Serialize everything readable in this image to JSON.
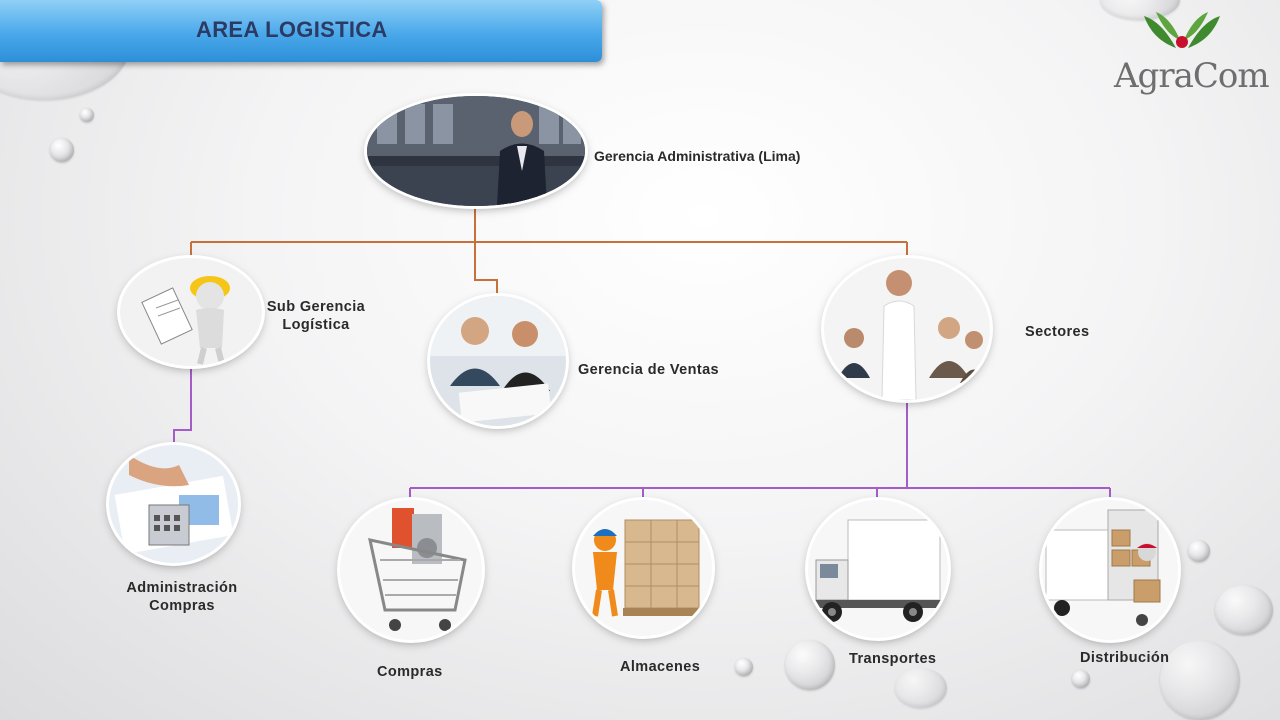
{
  "header": {
    "title": "AREA LOGISTICA"
  },
  "logo": {
    "brand": "AgraCom"
  },
  "org": {
    "root": {
      "label": "Gerencia Administrativa (Lima)"
    },
    "sub_gerencia": {
      "line1": "Sub Gerencia",
      "line2": "Logística"
    },
    "ventas": {
      "label": "Gerencia de Ventas"
    },
    "sectores": {
      "label": "Sectores"
    },
    "admin_compras": {
      "line1": "Administración",
      "line2": "Compras"
    },
    "compras": {
      "label": "Compras"
    },
    "almacenes": {
      "label": "Almacenes"
    },
    "transportes": {
      "label": "Transportes"
    },
    "distribucion": {
      "label": "Distribución"
    }
  },
  "colors": {
    "banner": "#4aa8ea",
    "title_text": "#2b3b63",
    "connector_orange": "#c8703a",
    "connector_purple": "#a45cc8",
    "logo_green": "#3f8a2e",
    "logo_red": "#c8102e"
  }
}
